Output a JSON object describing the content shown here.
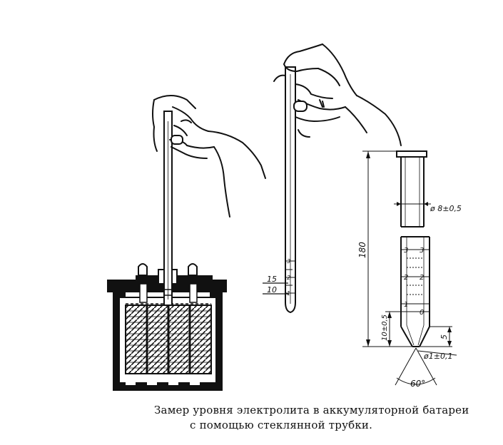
{
  "caption": {
    "line1": "Замер уровня электролита  в аккумуляторной батареи",
    "line2": "с помощью стеклянной трубки."
  },
  "tube_marks": {
    "upper": "15",
    "lower": "10"
  },
  "drawing": {
    "length": "180",
    "diameter": "ø 8±0,5",
    "tip_height": "10±0,5",
    "tip_dim": "5",
    "tip_diameter": "ø1±0,1",
    "angle": "60°",
    "scale_marks": [
      "3",
      "2",
      "1",
      "0"
    ]
  }
}
